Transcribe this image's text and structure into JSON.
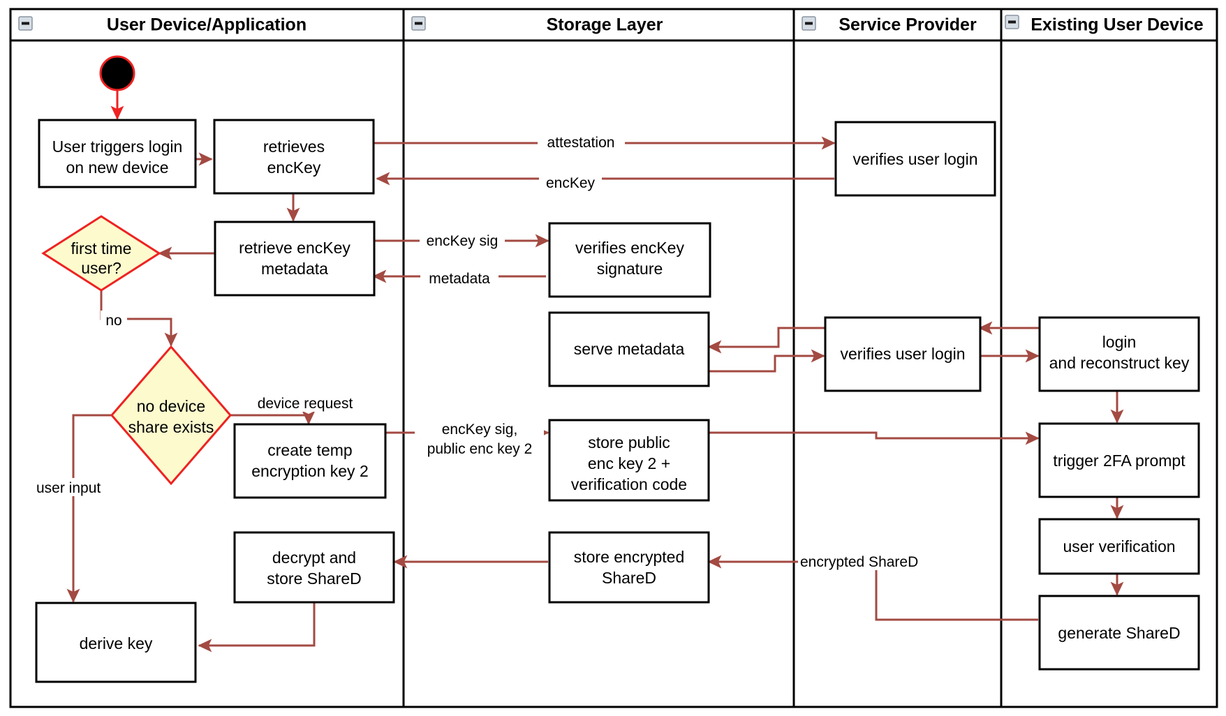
{
  "diagram": {
    "title": "Key recovery / device onboarding activity diagram",
    "type": "uml-activity-swimlane",
    "colors": {
      "flow_arrow": "#a34a42",
      "decision_fill": "#fdfbcd",
      "decision_stroke": "#ee2222",
      "node_fill": "#ffffff",
      "node_stroke": "#000000",
      "start_node_fill": "#000000",
      "start_node_stroke": "#ee2222"
    }
  },
  "lanes": [
    {
      "id": "lane-user-device",
      "title": "User Device/Application",
      "collapse_icon": "minus-icon"
    },
    {
      "id": "lane-storage",
      "title": "Storage Layer",
      "collapse_icon": "minus-icon"
    },
    {
      "id": "lane-service-provider",
      "title": "Service Provider",
      "collapse_icon": "minus-icon"
    },
    {
      "id": "lane-existing-device",
      "title": "Existing User Device",
      "collapse_icon": "minus-icon"
    }
  ],
  "nodes": [
    {
      "id": "start",
      "shape": "initial",
      "lane": "lane-user-device",
      "label": ""
    },
    {
      "id": "user-triggers-login",
      "shape": "action",
      "lane": "lane-user-device",
      "lines": [
        "User triggers login",
        "on new device"
      ]
    },
    {
      "id": "retrieves-enckey",
      "shape": "action",
      "lane": "lane-user-device",
      "lines": [
        "retrieves",
        "encKey"
      ]
    },
    {
      "id": "retrieve-enckey-metadata",
      "shape": "action",
      "lane": "lane-user-device",
      "lines": [
        "retrieve encKey",
        "metadata"
      ]
    },
    {
      "id": "first-time-user",
      "shape": "decision",
      "lane": "lane-user-device",
      "lines": [
        "first time",
        "user?"
      ]
    },
    {
      "id": "no-device-share-exists",
      "shape": "decision",
      "lane": "lane-user-device",
      "lines": [
        "no device",
        "share exists"
      ]
    },
    {
      "id": "create-temp-encryption-key-2",
      "shape": "action",
      "lane": "lane-user-device",
      "lines": [
        "create temp",
        "encryption key 2"
      ]
    },
    {
      "id": "decrypt-and-store-shared",
      "shape": "action",
      "lane": "lane-user-device",
      "lines": [
        "decrypt and",
        "store ShareD"
      ]
    },
    {
      "id": "derive-key",
      "shape": "action",
      "lane": "lane-user-device",
      "lines": [
        "derive key"
      ]
    },
    {
      "id": "verifies-enckey-signature",
      "shape": "action",
      "lane": "lane-storage",
      "lines": [
        "verifies encKey",
        "signature"
      ]
    },
    {
      "id": "serve-metadata",
      "shape": "action",
      "lane": "lane-storage",
      "lines": [
        "serve metadata"
      ]
    },
    {
      "id": "store-public-enc-key-2",
      "shape": "action",
      "lane": "lane-storage",
      "lines": [
        "store public",
        "enc key 2 +",
        "verification code"
      ]
    },
    {
      "id": "store-encrypted-shared",
      "shape": "action",
      "lane": "lane-storage",
      "lines": [
        "store encrypted",
        "ShareD"
      ]
    },
    {
      "id": "verifies-user-login-1",
      "shape": "action",
      "lane": "lane-service-provider",
      "lines": [
        "verifies user login"
      ]
    },
    {
      "id": "verifies-user-login-2",
      "shape": "action",
      "lane": "lane-service-provider",
      "lines": [
        "verifies user login"
      ]
    },
    {
      "id": "login-and-reconstruct-key",
      "shape": "action",
      "lane": "lane-existing-device",
      "lines": [
        "login",
        "and reconstruct key"
      ]
    },
    {
      "id": "trigger-2fa-prompt",
      "shape": "action",
      "lane": "lane-existing-device",
      "lines": [
        "trigger 2FA prompt"
      ]
    },
    {
      "id": "user-verification",
      "shape": "action",
      "lane": "lane-existing-device",
      "lines": [
        "user verification"
      ]
    },
    {
      "id": "generate-shared",
      "shape": "action",
      "lane": "lane-existing-device",
      "lines": [
        "generate ShareD"
      ]
    }
  ],
  "edge_labels": [
    {
      "id": "attestation",
      "text": "attestation"
    },
    {
      "id": "enckey",
      "text": "encKey"
    },
    {
      "id": "enckey-sig",
      "text": "encKey sig"
    },
    {
      "id": "metadata",
      "text": "metadata"
    },
    {
      "id": "no",
      "text": "no"
    },
    {
      "id": "device-request",
      "text": "device request"
    },
    {
      "id": "enckey-sig-public-enc-key-2-l1",
      "text": "encKey sig,"
    },
    {
      "id": "enckey-sig-public-enc-key-2-l2",
      "text": "public enc key 2"
    },
    {
      "id": "user-input",
      "text": "user input"
    },
    {
      "id": "encrypted-shared",
      "text": "encrypted ShareD"
    }
  ]
}
